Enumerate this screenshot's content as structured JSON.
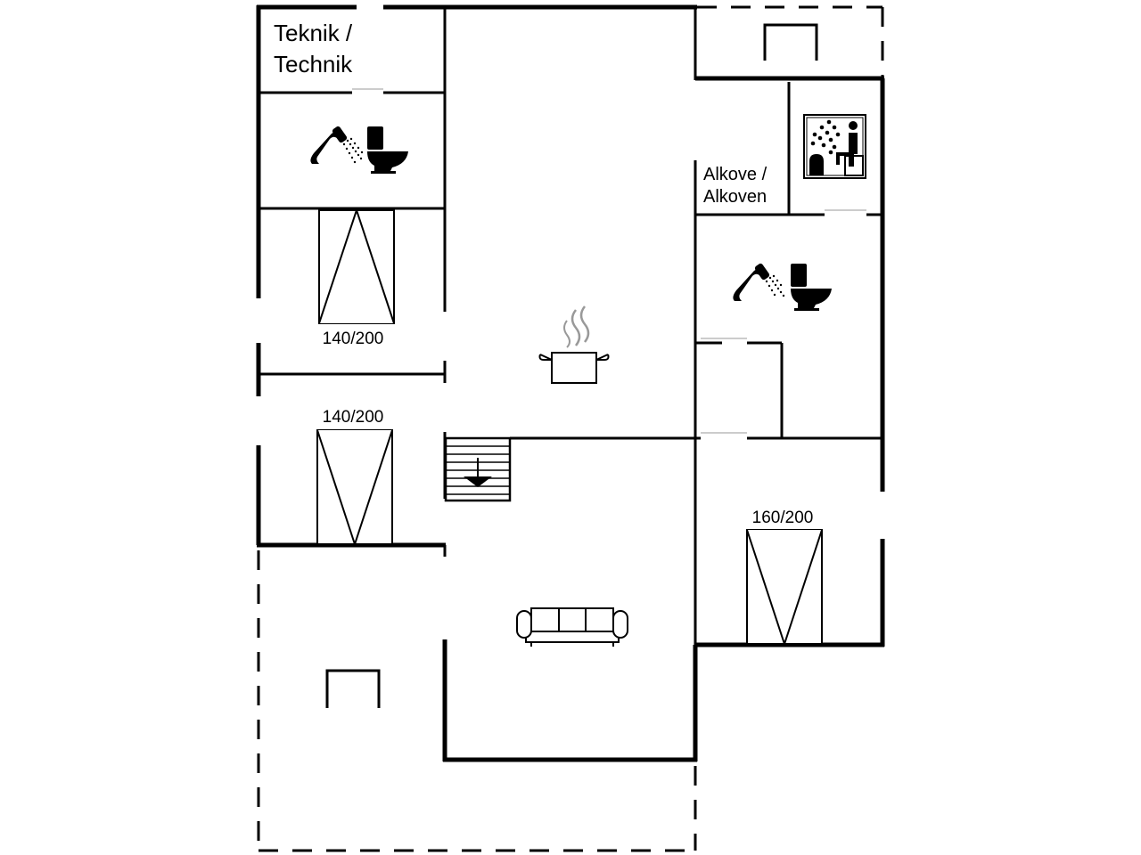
{
  "rooms": {
    "technik": {
      "line1": "Teknik /",
      "line2": "Technik"
    },
    "alkove": {
      "line1": "Alkove /",
      "line2": "Alkoven"
    }
  },
  "beds": [
    {
      "label": "140/200"
    },
    {
      "label": "140/200"
    },
    {
      "label": "160/200"
    }
  ],
  "icons": [
    "shower-icon",
    "toilet-icon",
    "sauna-icon",
    "cooking-pot-icon",
    "stairs-down-icon",
    "sofa-icon",
    "terrace-table-icon"
  ]
}
